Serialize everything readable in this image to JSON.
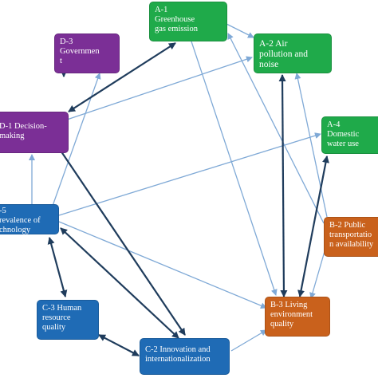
{
  "colors": {
    "environment": "#1faa4a",
    "governance": "#7b2f96",
    "living": "#c9611c",
    "innovation": "#1f6bb5",
    "arrow_light": "#7fa9d6",
    "arrow_dark": "#1f3c5c"
  },
  "nodes": {
    "a1": {
      "lines": [
        "A-1",
        "Greenhouse",
        "gas emission"
      ]
    },
    "a2": {
      "lines": [
        "A-2 Air",
        "pollution and",
        "noise"
      ]
    },
    "a4": {
      "lines": [
        "A-4",
        "Domestic",
        "water use"
      ]
    },
    "b2": {
      "lines": [
        "B-2 Public",
        "transportatio",
        "n availability"
      ]
    },
    "b3": {
      "lines": [
        "B-3 Living",
        "environment",
        "quality"
      ]
    },
    "c2": {
      "lines": [
        "C-2 Innovation and",
        "internationalization"
      ]
    },
    "c3": {
      "lines": [
        "C-3 Human",
        "resource",
        "quality"
      ]
    },
    "c5": {
      "lines": [
        "-5",
        "revalence of",
        "chnology"
      ]
    },
    "d1": {
      "lines": [
        "D-1 Decision-",
        "making"
      ]
    },
    "d3": {
      "lines": [
        "D-3",
        "Governmen",
        "t"
      ]
    }
  }
}
